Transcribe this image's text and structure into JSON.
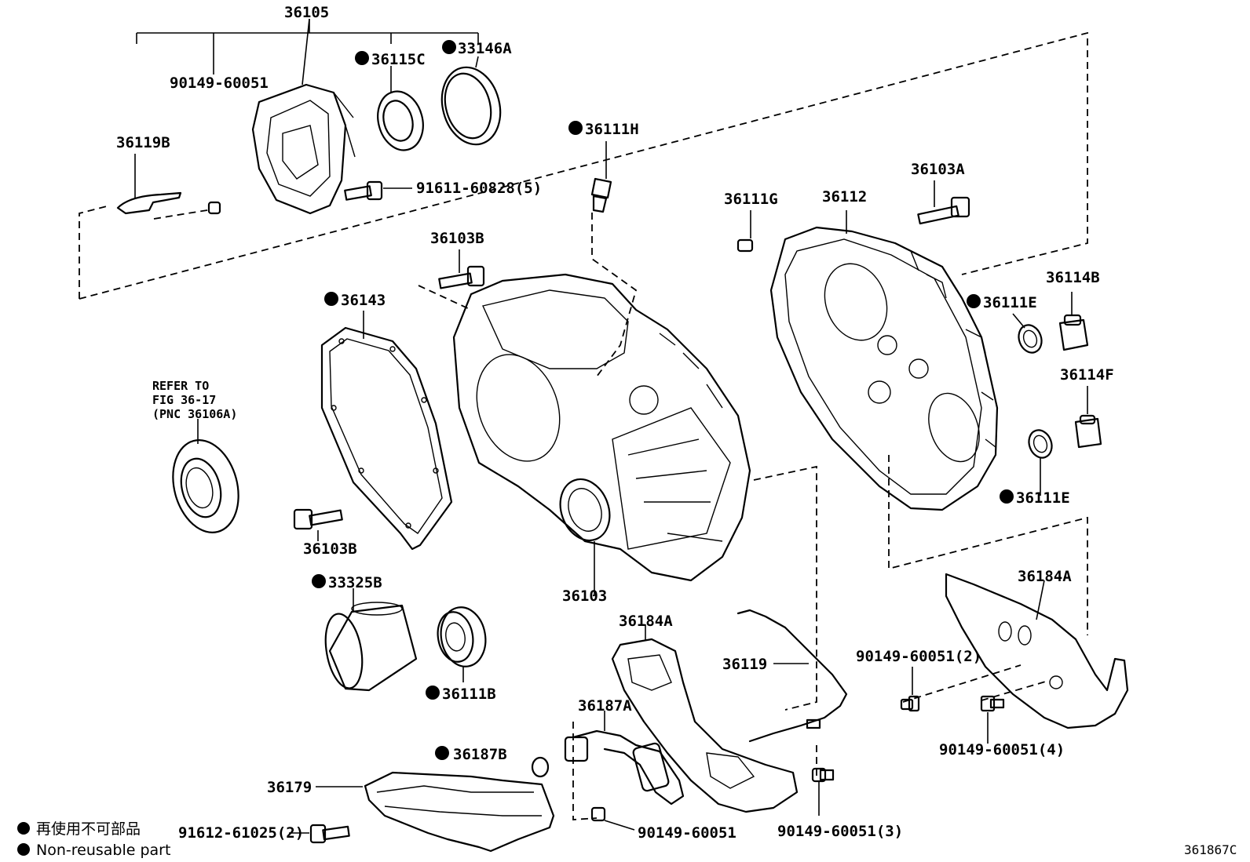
{
  "labels": {
    "l36105": "36105",
    "l90149_60051_top": "90149-60051",
    "l36115C": "36115C",
    "l33146A": "33146A",
    "l36119B": "36119B",
    "l91611": "91611-60828(5)",
    "l36111H": "36111H",
    "l36103A": "36103A",
    "l36111G": "36111G",
    "l36112": "36112",
    "l36103B_top": "36103B",
    "l36143": "36143",
    "l36114B": "36114B",
    "l36111E_a": "36111E",
    "l36114F": "36114F",
    "l36111E_b": "36111E",
    "l36103B_bot": "36103B",
    "l36103": "36103",
    "l33325B": "33325B",
    "l36184A_right": "36184A",
    "l36184A_mid": "36184A",
    "l36119": "36119",
    "l90149_2": "90149-60051(2)",
    "l36111B": "36111B",
    "l36187A": "36187A",
    "l90149_4": "90149-60051(4)",
    "l36187B": "36187B",
    "l36179": "36179",
    "l91612": "91612-61025(2)",
    "l90149_bot": "90149-60051",
    "l90149_3": "90149-60051(3)"
  },
  "refer": {
    "line1": "REFER TO",
    "line2": "FIG 36-17",
    "line3": "(PNC 36106A)"
  },
  "legend": {
    "jp": "再使用不可部品",
    "en": "Non-reusable part"
  },
  "figure_id": "361867C"
}
